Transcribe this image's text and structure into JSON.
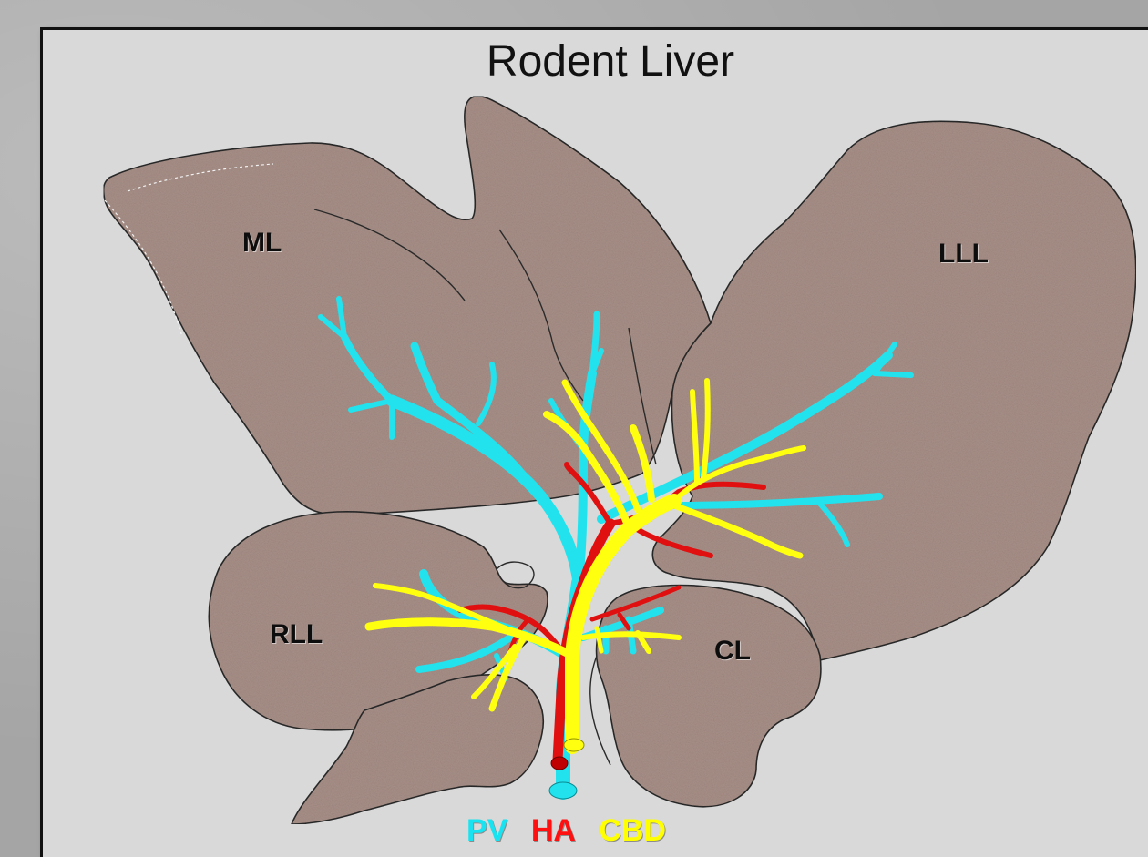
{
  "title": "Rodent Liver",
  "lobes": {
    "ml": "ML",
    "lll": "LLL",
    "rll": "RLL",
    "cl": "CL"
  },
  "legend": {
    "pv": "PV",
    "ha": "HA",
    "cbd": "CBD"
  },
  "colors": {
    "lobe_fill": "#a89088",
    "portal_vein": "#22e2ee",
    "hepatic_artery": "#e01010",
    "bile_duct": "#ffff10",
    "panel_background": "#d9d9d9"
  }
}
